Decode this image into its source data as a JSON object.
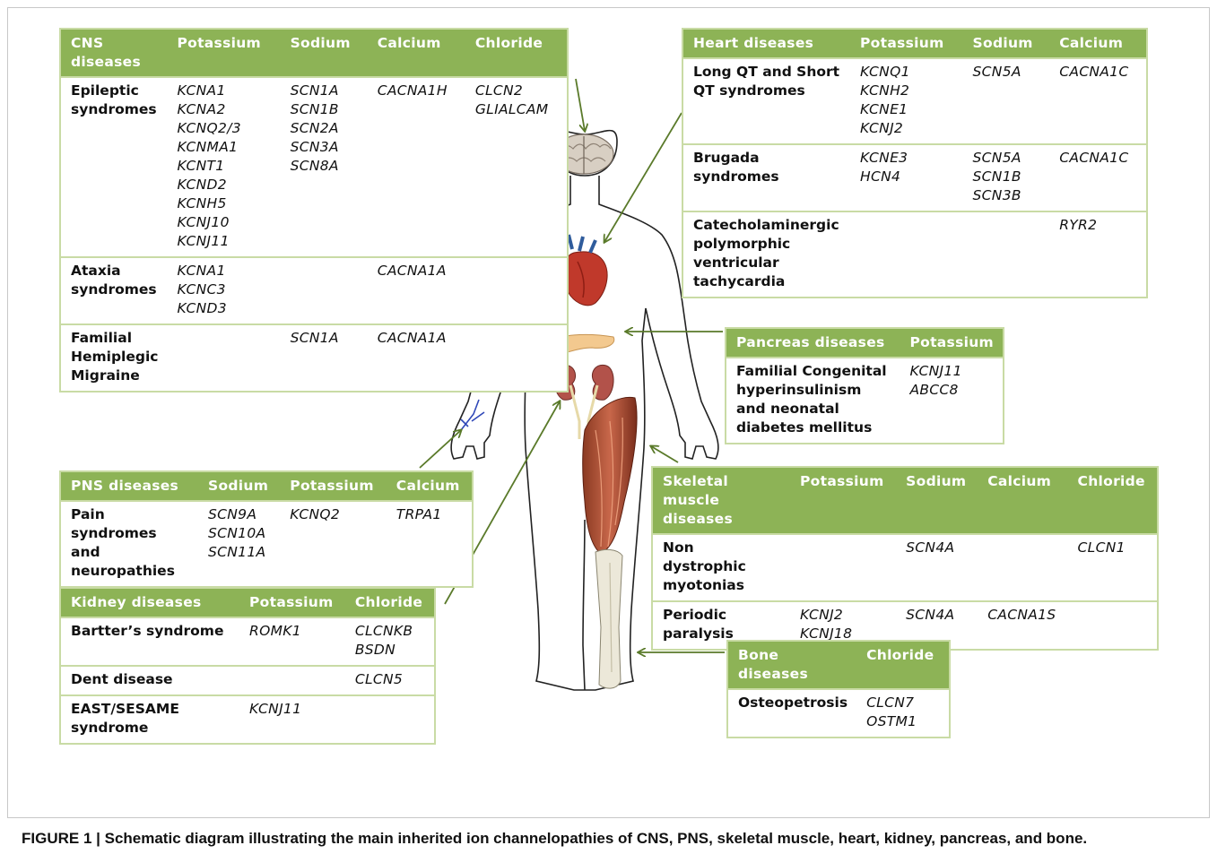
{
  "colors": {
    "header_green": "#8db356",
    "border_green": "#c9dba5",
    "arrow": "#5a7a2a"
  },
  "caption": "FIGURE 1 | Schematic diagram illustrating the main inherited ion channelopathies of CNS, PNS, skeletal muscle, heart, kidney, pancreas, and bone.",
  "cns": {
    "headers": [
      "CNS diseases",
      "Potassium",
      "Sodium",
      "Calcium",
      "Chloride"
    ],
    "rows": [
      {
        "disease": "Epileptic syndromes",
        "cells": [
          "KCNA1\nKCNA2\nKCNQ2/3\nKCNMA1\nKCNT1\nKCND2\nKCNH5\nKCNJ10\nKCNJ11",
          "SCN1A\nSCN1B\nSCN2A\nSCN3A\nSCN8A",
          "CACNA1H",
          "CLCN2\nGLIALCAM"
        ]
      },
      {
        "disease": "Ataxia syndromes",
        "cells": [
          "KCNA1\nKCNC3\nKCND3",
          "",
          "CACNA1A",
          ""
        ]
      },
      {
        "disease": "Familial Hemiplegic Migraine",
        "cells": [
          "",
          "SCN1A",
          "CACNA1A",
          ""
        ]
      }
    ]
  },
  "heart": {
    "headers": [
      "Heart diseases",
      "Potassium",
      "Sodium",
      "Calcium"
    ],
    "rows": [
      {
        "disease": "Long QT and Short QT syndromes",
        "cells": [
          "KCNQ1\nKCNH2\nKCNE1\nKCNJ2",
          "SCN5A",
          "CACNA1C"
        ]
      },
      {
        "disease": "Brugada syndromes",
        "cells": [
          "KCNE3\nHCN4",
          "SCN5A\nSCN1B\nSCN3B",
          "CACNA1C"
        ]
      },
      {
        "disease": "Catecholaminergic polymorphic ventricular tachycardia",
        "cells": [
          "",
          "",
          "RYR2"
        ]
      }
    ]
  },
  "pancreas": {
    "headers": [
      "Pancreas diseases",
      "Potassium"
    ],
    "rows": [
      {
        "disease": "Familial Congenital hyperinsulinism and neonatal diabetes mellitus",
        "cells": [
          "KCNJ11\nABCC8"
        ]
      }
    ]
  },
  "pns": {
    "headers": [
      "PNS diseases",
      "Sodium",
      "Potassium",
      "Calcium"
    ],
    "rows": [
      {
        "disease": "Pain syndromes and neuropathies",
        "cells": [
          "SCN9A\nSCN10A\nSCN11A",
          "KCNQ2",
          "TRPA1"
        ]
      }
    ]
  },
  "skeletal": {
    "headers": [
      "Skeletal muscle diseases",
      "Potassium",
      "Sodium",
      "Calcium",
      "Chloride"
    ],
    "rows": [
      {
        "disease": "Non dystrophic myotonias",
        "cells": [
          "",
          "SCN4A",
          "",
          "CLCN1"
        ]
      },
      {
        "disease": "Periodic paralysis",
        "cells": [
          "KCNJ2\nKCNJ18",
          "SCN4A",
          "CACNA1S",
          ""
        ]
      }
    ]
  },
  "kidney": {
    "headers": [
      "Kidney diseases",
      "Potassium",
      "Chloride"
    ],
    "rows": [
      {
        "disease": "Bartter’s syndrome",
        "cells": [
          "ROMK1",
          "CLCNKB\nBSDN"
        ]
      },
      {
        "disease": "Dent disease",
        "cells": [
          "",
          "CLCN5"
        ]
      },
      {
        "disease": "EAST/SESAME syndrome",
        "cells": [
          "KCNJ11",
          ""
        ]
      }
    ]
  },
  "bone": {
    "headers": [
      "Bone diseases",
      "Chloride"
    ],
    "rows": [
      {
        "disease": "Osteopetrosis",
        "cells": [
          "CLCN7\nOSTM1"
        ]
      }
    ]
  }
}
